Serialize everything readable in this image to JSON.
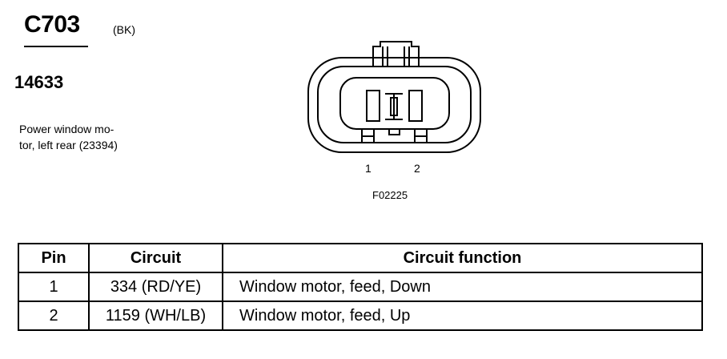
{
  "header": {
    "connector_id": "C703",
    "color_code": "(BK)",
    "part_number": "14633",
    "description_line1": "Power window mo-",
    "description_line2": "tor, left rear (23394)"
  },
  "figure": {
    "pin_labels": [
      "1",
      "2"
    ],
    "figure_code": "F02225"
  },
  "table": {
    "headers": [
      "Pin",
      "Circuit",
      "Circuit function"
    ],
    "rows": [
      [
        "1",
        "334 (RD/YE)",
        "Window motor, feed, Down"
      ],
      [
        "2",
        "1159 (WH/LB)",
        "Window motor, feed, Up"
      ]
    ]
  }
}
